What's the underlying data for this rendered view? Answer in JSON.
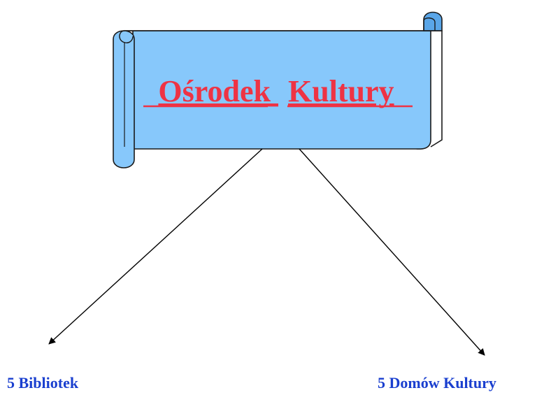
{
  "banner": {
    "word1": "Ośrodek",
    "word2": "Kultury",
    "fill_color": "#87c8fb",
    "text_color": "#ee3344"
  },
  "children": [
    {
      "label": "5 Bibliotek"
    },
    {
      "label": "5 Domów Kultury"
    }
  ],
  "label_color": "#1a3fcf"
}
